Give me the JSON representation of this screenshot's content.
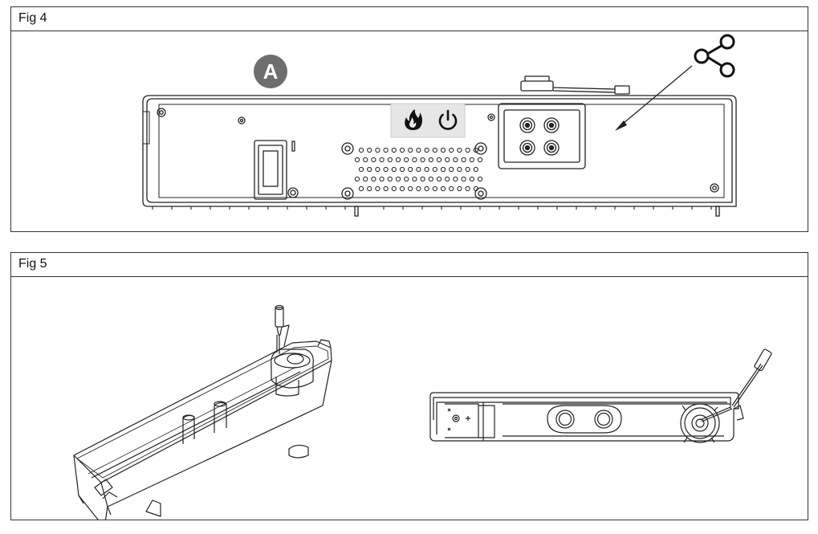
{
  "fig4": {
    "title": "Fig 4",
    "callout_letter": "A",
    "icons": [
      "flame-icon",
      "power-icon",
      "share-network-icon"
    ]
  },
  "fig5": {
    "title": "Fig 5"
  },
  "colors": {
    "line": "#222222",
    "callout_fill": "#6e6e6e",
    "panel_fill": "#ffffff",
    "icon_box": "#e6e6e6"
  }
}
